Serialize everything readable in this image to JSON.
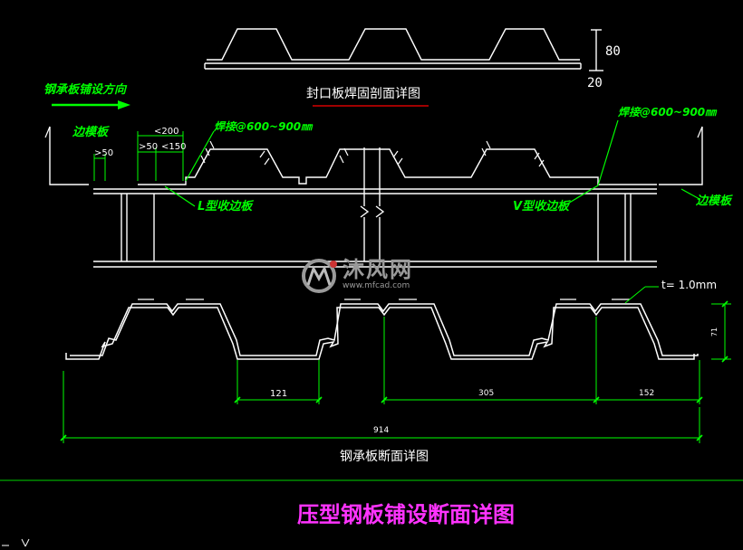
{
  "colors": {
    "background": "#000000",
    "linework": "#ffffff",
    "annotation": "#00ff00",
    "title": "#ff33ff",
    "divider": "#00aa00",
    "redline": "#ff0000",
    "watermark": "#9a9a9a"
  },
  "top_detail": {
    "dim_height": "80",
    "dim_thick": "20",
    "caption": "封口板焊固剖面详图"
  },
  "middle": {
    "direction_label": "钢承板铺设方向",
    "edge_left": "边模板",
    "edge_right": "边模板",
    "weld_left": "焊接@600~900㎜",
    "weld_right": "焊接@600~900㎜",
    "dim_lt200": "<200",
    "dim_gt50": ">50",
    "dim_lt150": "<150",
    "dim_gt50_left": ">50",
    "l_edge": "L型收边板",
    "v_edge": "V型收边板"
  },
  "watermark": {
    "brand": "沐风网",
    "url": "www.mfcad.com"
  },
  "bottom_section": {
    "thickness": "t= 1.0mm",
    "height_dim": "71",
    "dim_121": "121",
    "dim_305": "305",
    "dim_152": "152",
    "dim_914": "914",
    "caption": "钢承板断面详图"
  },
  "main_title": "压型钢板铺设断面详图"
}
